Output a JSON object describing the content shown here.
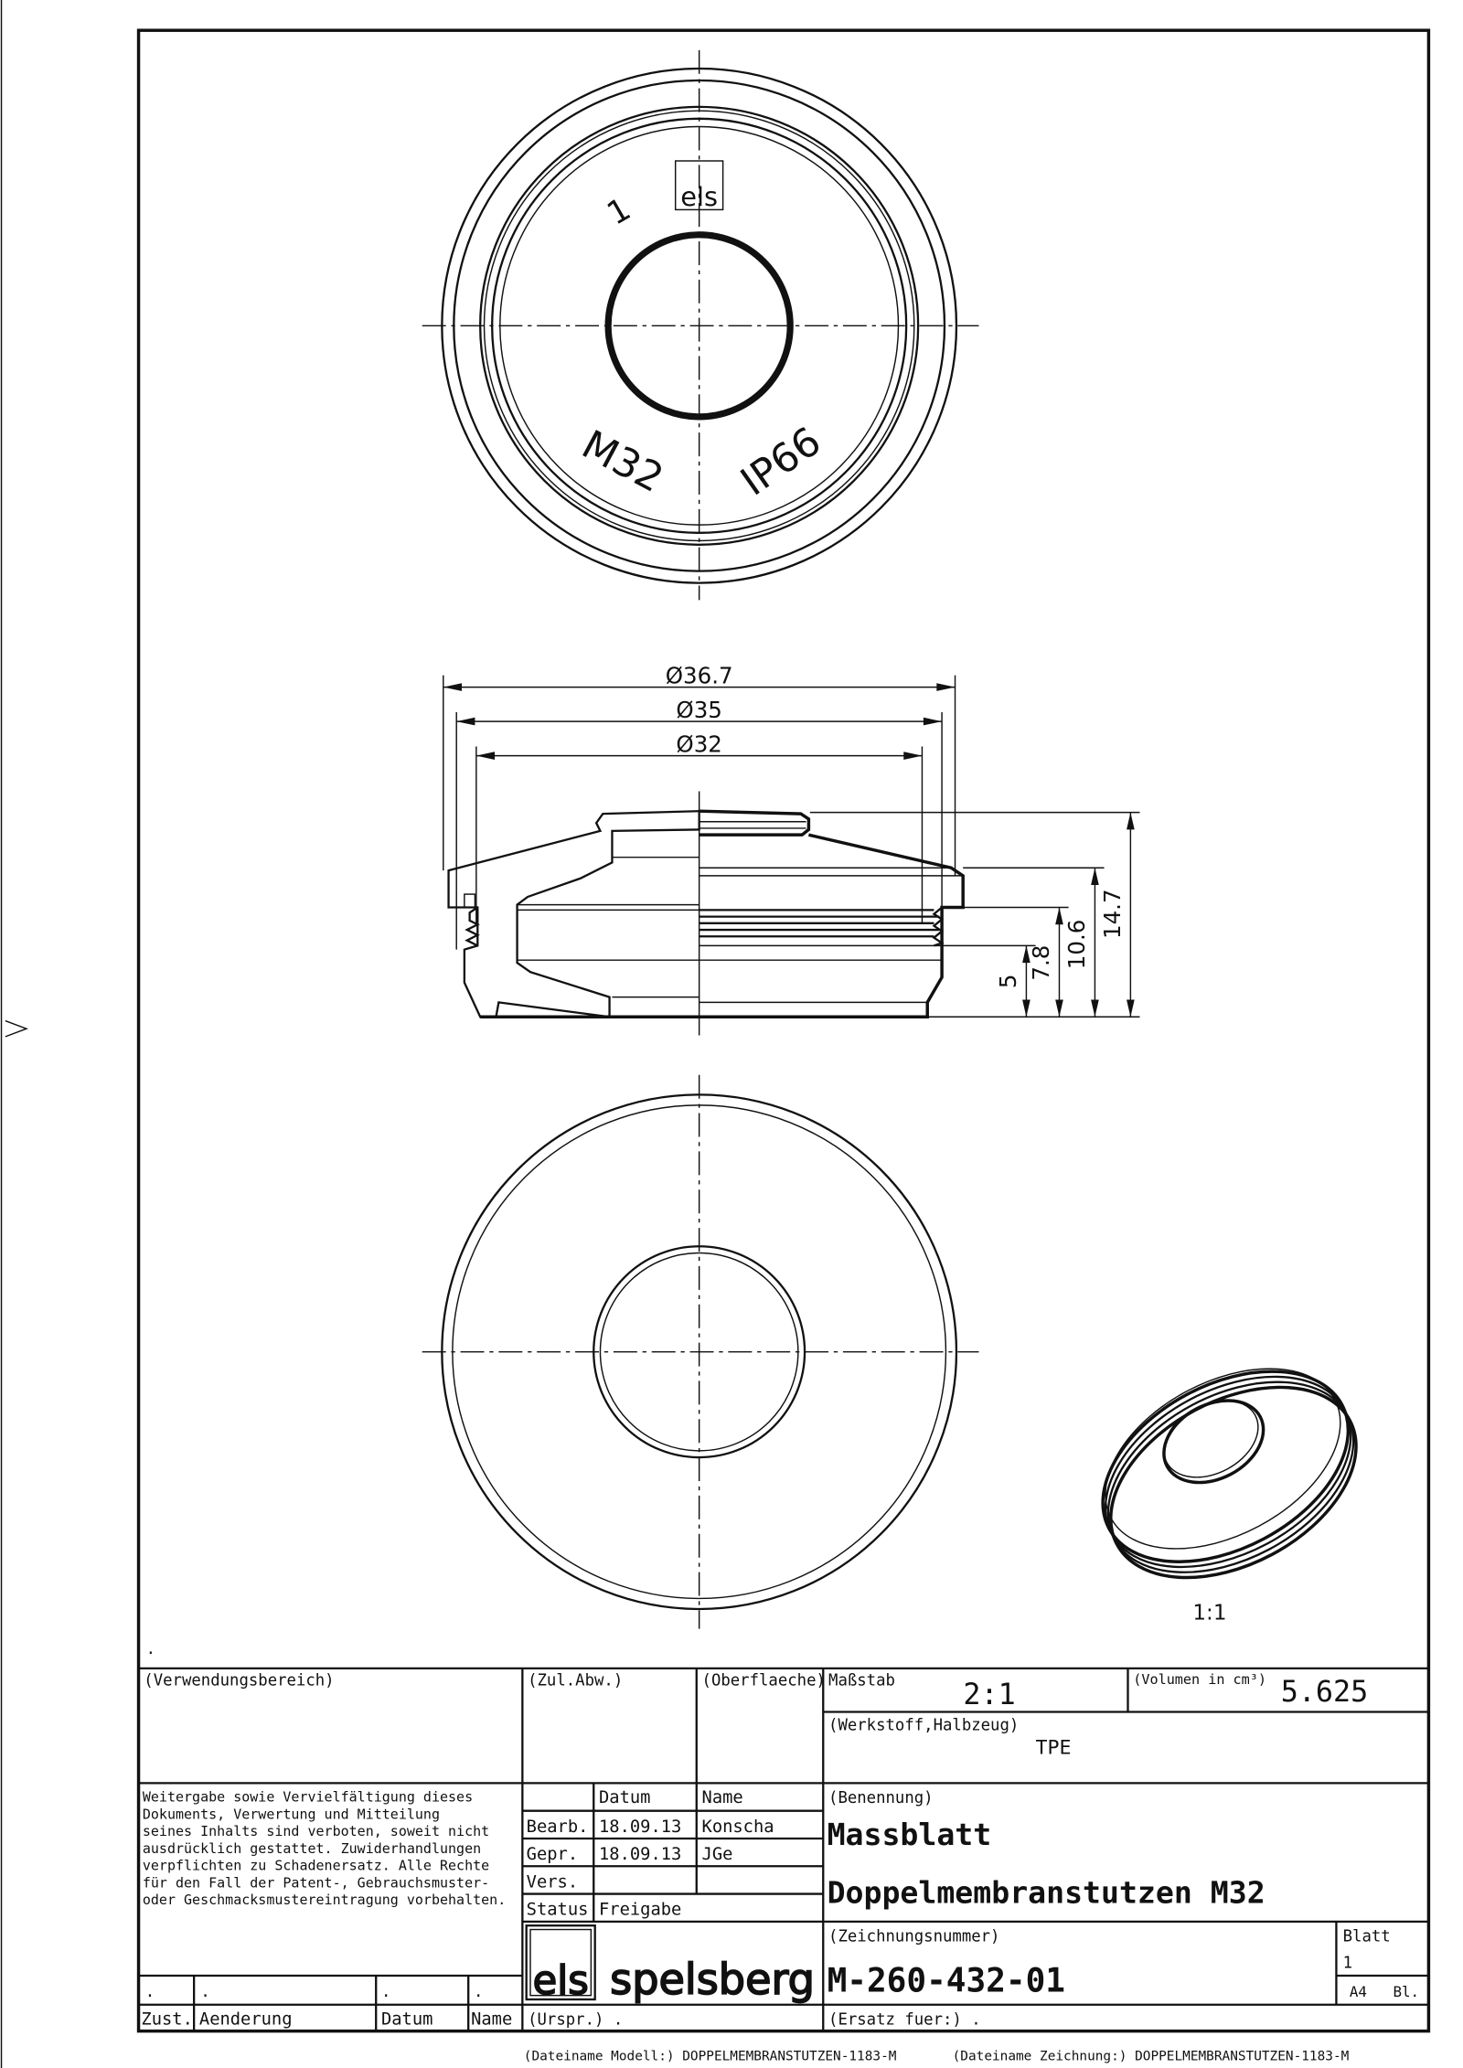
{
  "drawing": {
    "top_view": {
      "mark_1": "1",
      "mark_thread": "M32",
      "mark_ip": "IP66",
      "logo": "els"
    },
    "dimensions": {
      "d_outer": "Ø36.7",
      "d_flange": "Ø35",
      "d_thread": "Ø32",
      "h_5": "5",
      "h_7_8": "7.8",
      "h_10_6": "10.6",
      "h_14_7": "14.7"
    },
    "iso_scale": "1:1",
    "dot": "."
  },
  "title_block": {
    "verwendungsbereich": "(Verwendungsbereich)",
    "zul_abw": "(Zul.Abw.)",
    "oberflaeche": "(Oberflaeche)",
    "massstab_label": "Maßstab",
    "massstab_value": "2:1",
    "volumen_label": "(Volumen in cm³)",
    "volumen_value": "5.625",
    "werkstoff_label": "(Werkstoff,Halbzeug)",
    "werkstoff_value": "TPE",
    "notice": [
      "Weitergabe sowie Vervielfältigung dieses",
      "Dokuments, Verwertung und Mitteilung",
      "seines Inhalts sind verboten, soweit nicht",
      "ausdrücklich gestattet. Zuwiderhandlungen",
      "verpflichten zu Schadenersatz. Alle Rechte",
      "für den Fall der Patent-, Gebrauchsmuster-",
      "oder Geschmacksmustereintragung vorbehalten."
    ],
    "approval": {
      "col_datum": "Datum",
      "col_name": "Name",
      "rows": [
        {
          "label": "Bearb.",
          "date": "18.09.13",
          "name": "Konscha"
        },
        {
          "label": "Gepr.",
          "date": "18.09.13",
          "name": "JGe"
        },
        {
          "label": "Vers.",
          "date": "",
          "name": ""
        }
      ],
      "status_label": "Status",
      "status_value": "Freigabe"
    },
    "logo": {
      "mark": "els",
      "brand": "spelsberg"
    },
    "benennung_label": "(Benennung)",
    "title_line1": "Massblatt",
    "title_line2": "Doppelmembranstutzen M32",
    "zeichnungsnummer_label": "(Zeichnungsnummer)",
    "zeichnungsnummer": "M-260-432-01",
    "blatt_label": "Blatt",
    "blatt_value": "1",
    "format": "A4",
    "bl_label": "Bl.",
    "changes": {
      "row": [
        ".",
        ".",
        ".",
        "."
      ],
      "headers": [
        "Zust.",
        "Aenderung",
        "Datum",
        "Name"
      ]
    },
    "urspr": "(Urspr.) .",
    "ersatz": "(Ersatz fuer:)  .",
    "file_model": "(Dateiname Modell:) DOPPELMEMBRANSTUTZEN-1183-M",
    "file_drawing": "(Dateiname Zeichnung:) DOPPELMEMBRANSTUTZEN-1183-M"
  }
}
